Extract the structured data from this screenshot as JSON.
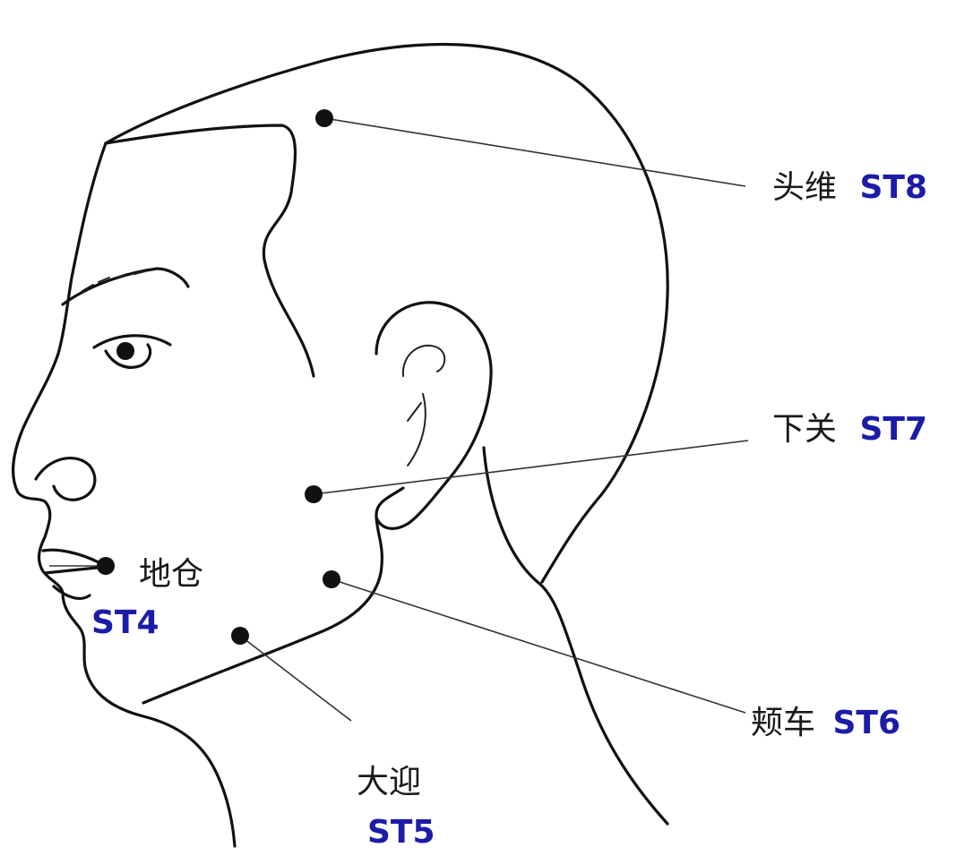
{
  "points": [
    {
      "id": "st8",
      "name": "头维",
      "code": "ST8"
    },
    {
      "id": "st7",
      "name": "下关",
      "code": "ST7"
    },
    {
      "id": "st6",
      "name": "颊车",
      "code": "ST6"
    },
    {
      "id": "st5",
      "name": "大迎",
      "code": "ST5"
    },
    {
      "id": "st4",
      "name": "地仓",
      "code": "ST4"
    }
  ],
  "colors": {
    "line": "#111111",
    "chinese_label": "#1a1a1a",
    "code_label": "#1c1ca8"
  }
}
